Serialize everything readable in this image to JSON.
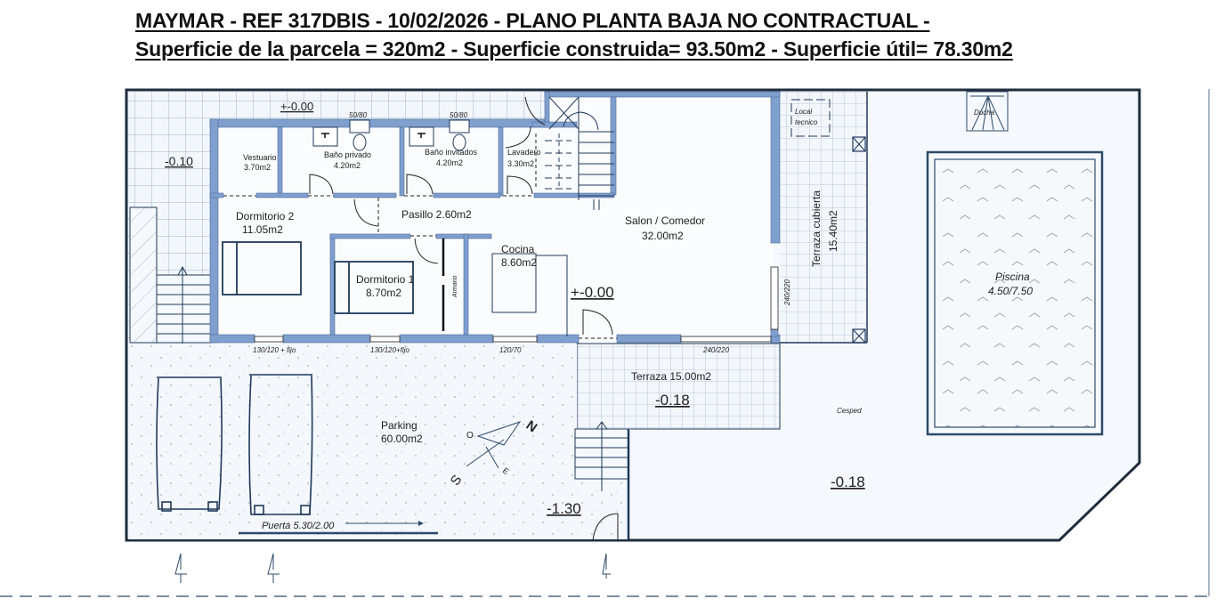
{
  "header": {
    "line1": "MAYMAR - REF 317DBIS - 10/02/2026 - PLANO PLANTA BAJA NO CONTRACTUAL -",
    "line2": "Superficie de la parcela = 320m2 - Superficie construida= 93.50m2 - Superficie útil= 78.30m2"
  },
  "colors": {
    "wall": "#7f9fcf",
    "line": "#1f3a5a",
    "tile_grid": "#9fb3cc",
    "background": "#f5f8fc",
    "text": "#222222"
  },
  "rooms": {
    "vestuario": {
      "name": "Vestuario",
      "area": "3.70m2"
    },
    "bano_privado": {
      "name": "Baño privado",
      "area": "4.20m2"
    },
    "bano_invitados": {
      "name": "Baño invitados",
      "area": "4.20m2"
    },
    "lavadero": {
      "name": "Lavadero",
      "area": "3.30m2"
    },
    "dormitorio2": {
      "name": "Dormitorio 2",
      "area": "11.05m2"
    },
    "pasillo": {
      "name": "Pasillo 2.60m2"
    },
    "dormitorio1": {
      "name": "Dormitorio 1",
      "area": "8.70m2"
    },
    "cocina": {
      "name": "Cocina",
      "area": "8.60m2"
    },
    "salon": {
      "name": "Salon / Comedor",
      "area": "32.00m2"
    },
    "terraza_cubierta": {
      "name": "Terraza cubierta",
      "area": "15.40m2"
    },
    "terraza": {
      "name": "Terraza 15.00m2"
    },
    "parking": {
      "name": "Parking",
      "area": "60.00m2"
    },
    "piscina": {
      "name": "Piscina",
      "dims": "4.50/7.50"
    },
    "local_tecnico": {
      "line1": "Local",
      "line2": "tecnico"
    },
    "ducha": {
      "name": "Ducha"
    },
    "cesped": {
      "name": "Cesped"
    },
    "armario": {
      "name": "Armario"
    }
  },
  "levels": {
    "patio_top": "+-0.00",
    "left_patio": "-0.10",
    "interior": "+-0.00",
    "terraza": "-0.18",
    "garden": "-0.18",
    "entrance": "-1.30"
  },
  "fixtures": {
    "wc1": "50/80",
    "wc2": "50/80"
  },
  "windows": {
    "w1": "130/120 + fijo",
    "w2": "130/120+fijo",
    "w3": "120/70",
    "w4": "240/220",
    "w5": "240/220"
  },
  "gate": {
    "label": "Puerta 5.30/2.00"
  },
  "compass": {
    "n": "N",
    "s": "S",
    "e": "E",
    "o": "O"
  }
}
